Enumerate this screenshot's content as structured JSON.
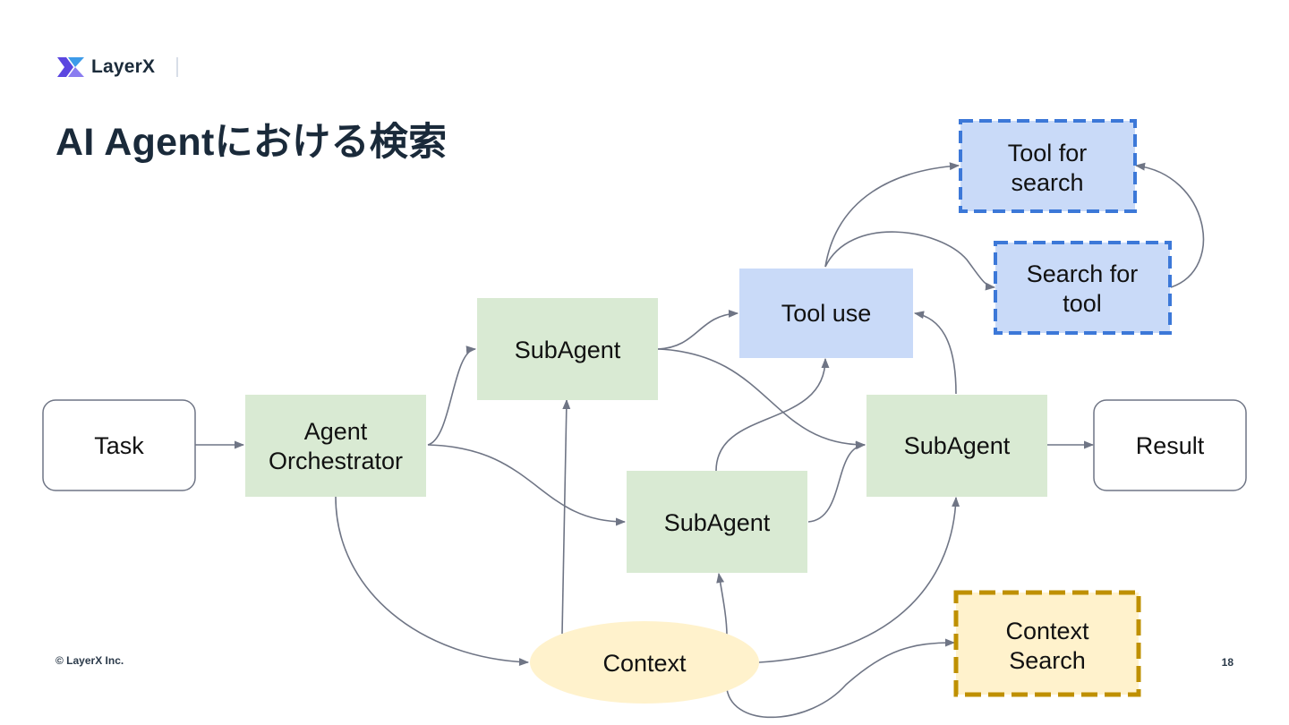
{
  "brand": {
    "name": "LayerX"
  },
  "slide": {
    "title": "AI Agentにおける検索",
    "footer": "© LayerX Inc.",
    "page_number": "18"
  },
  "diagram": {
    "nodes": {
      "task": {
        "lines": [
          "Task"
        ]
      },
      "orchestrator": {
        "lines": [
          "Agent",
          "Orchestrator"
        ]
      },
      "subagent_top": {
        "lines": [
          "SubAgent"
        ]
      },
      "subagent_mid": {
        "lines": [
          "SubAgent"
        ]
      },
      "subagent_right": {
        "lines": [
          "SubAgent"
        ]
      },
      "tool_use": {
        "lines": [
          "Tool use"
        ]
      },
      "tool_for_search": {
        "lines": [
          "Tool for",
          "search"
        ]
      },
      "search_for_tool": {
        "lines": [
          "Search for",
          "tool"
        ]
      },
      "result": {
        "lines": [
          "Result"
        ]
      },
      "context": {
        "lines": [
          "Context"
        ]
      },
      "context_search": {
        "lines": [
          "Context",
          "Search"
        ]
      }
    },
    "colors": {
      "agent_fill": "#d9ead3",
      "tool_fill": "#c9daf8",
      "tool_border": "#3c78d8",
      "context_fill": "#fff2cc",
      "context_border": "#bf9000",
      "edge": "#6f7585"
    }
  }
}
